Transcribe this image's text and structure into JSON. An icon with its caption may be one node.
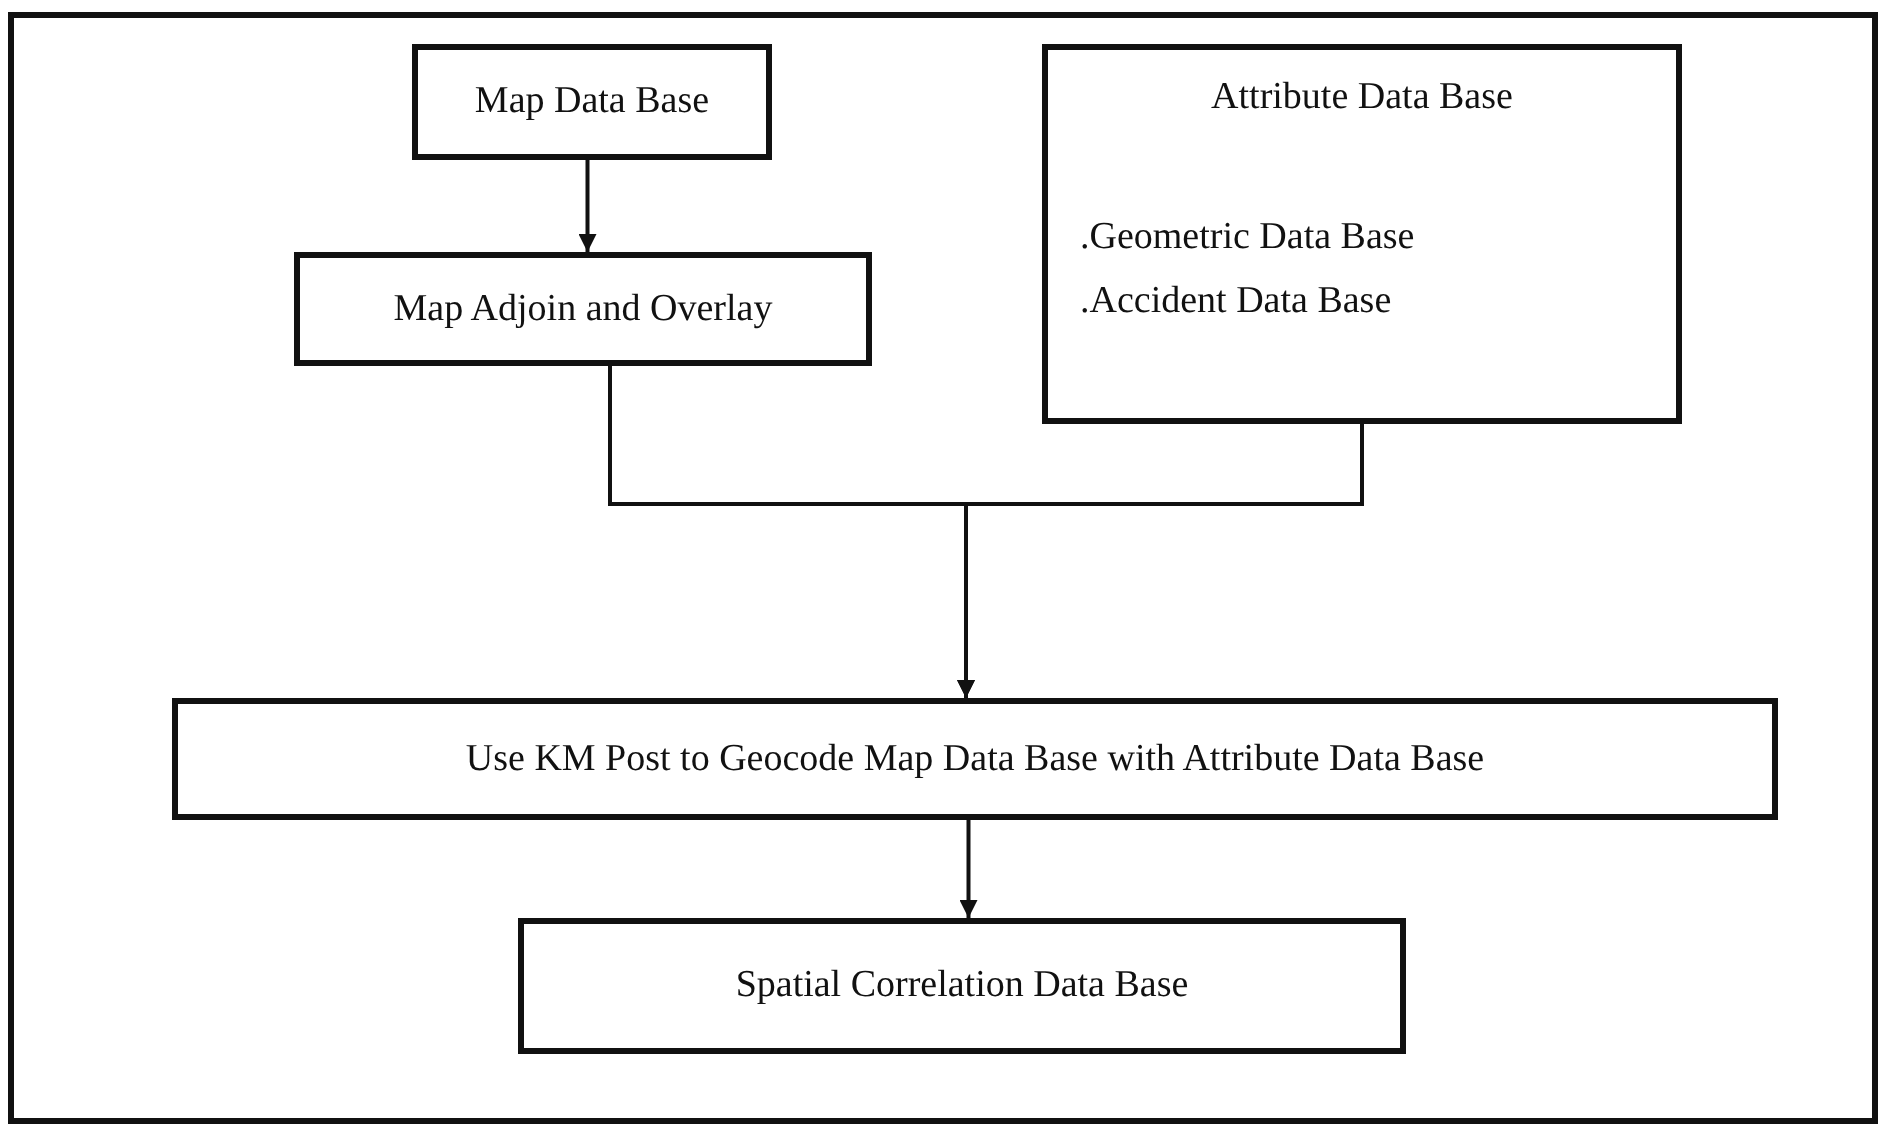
{
  "diagram": {
    "nodes": [
      {
        "text": [
          "Map Data Base"
        ]
      },
      {
        "text": [
          "Map Adjoin and Overlay"
        ]
      },
      {
        "text": [
          "Attribute Data Base",
          ".Geometric Data Base",
          ".Accident Data Base"
        ]
      },
      {
        "text": [
          "Use KM Post to Geocode Map Data Base with Attribute Data Base"
        ]
      },
      {
        "text": [
          "Spatial Correlation Data Base"
        ]
      }
    ],
    "edges": [
      {
        "from": 0,
        "to": 1,
        "arrow": "to"
      },
      {
        "from": 1,
        "to": 3,
        "arrow": "to"
      },
      {
        "from": 2,
        "to": 3,
        "arrow": "to"
      },
      {
        "from": 3,
        "to": 4,
        "arrow": "to"
      }
    ]
  }
}
